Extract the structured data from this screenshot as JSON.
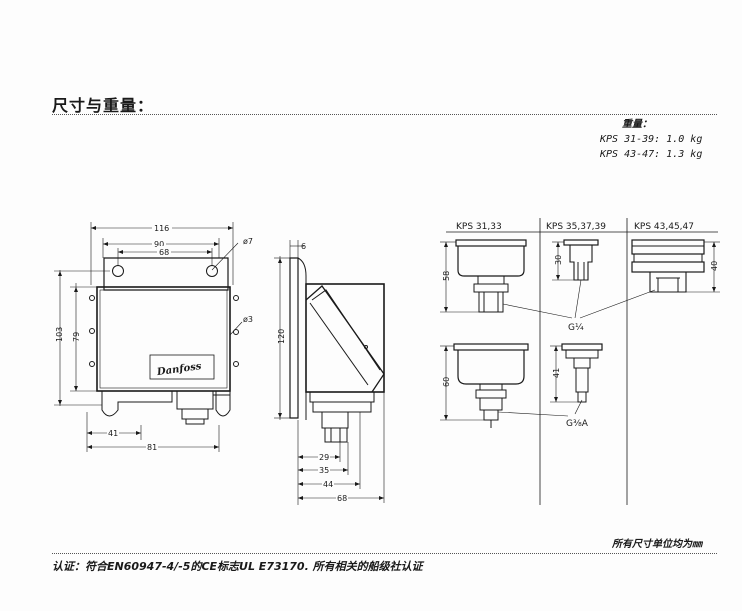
{
  "header": {
    "title": "尺寸与重量：",
    "weight_heading": "重量：",
    "weights": [
      "KPS 31-39: 1.0 kg",
      "KPS 43-47: 1.3 kg"
    ]
  },
  "front_view": {
    "dims": {
      "w116": "116",
      "w90": "90",
      "w68": "68",
      "h103": "103",
      "h79": "79",
      "d7": "ø7",
      "d3": "ø3",
      "w41": "41",
      "w81": "81"
    },
    "logo_text": "Danfoss"
  },
  "side_view": {
    "dims": {
      "t6": "6",
      "h120": "120",
      "w29": "29",
      "w35": "35",
      "w44": "44",
      "w68": "68"
    }
  },
  "variants": {
    "v1": {
      "label": "KPS  31,33",
      "h_top": "58",
      "h_bottom": "60"
    },
    "v2": {
      "label": "KPS  35,37,39",
      "h_top": "30",
      "h_bottom": "41"
    },
    "v3": {
      "label": "KPS  43,45,47",
      "h_top": "40"
    },
    "thread_top": "G¼",
    "thread_bottom": "G⅜A"
  },
  "footer": {
    "units_note": "所有尺寸单位均为㎜",
    "certification": "认证：符合EN60947-4/-5的CE标志UL  E73170. 所有相关的船级社认证"
  }
}
